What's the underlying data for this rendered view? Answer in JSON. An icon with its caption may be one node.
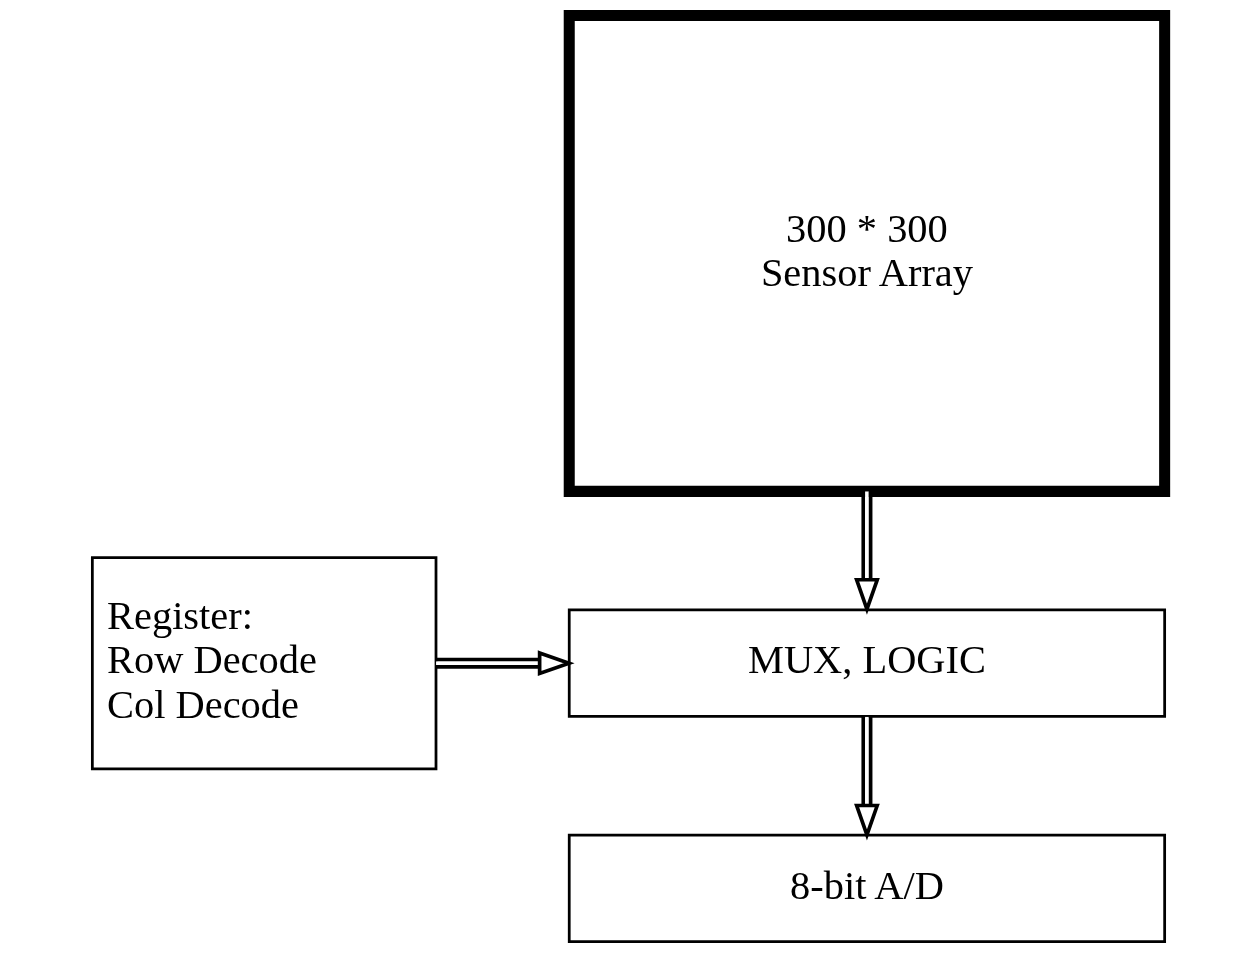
{
  "diagram": {
    "nodes": [
      {
        "text": [
          "300 * 300",
          "Sensor Array"
        ]
      },
      {
        "text": [
          "Register:",
          "Row Decode",
          "Col Decode"
        ]
      },
      {
        "text": [
          "MUX, LOGIC"
        ]
      },
      {
        "text": [
          "8-bit A/D"
        ]
      }
    ],
    "edges": [
      {
        "from": 0,
        "to": 2,
        "arrow": "to"
      },
      {
        "from": 1,
        "to": 2,
        "arrow": "to"
      },
      {
        "from": 2,
        "to": 3,
        "arrow": "to"
      }
    ]
  }
}
